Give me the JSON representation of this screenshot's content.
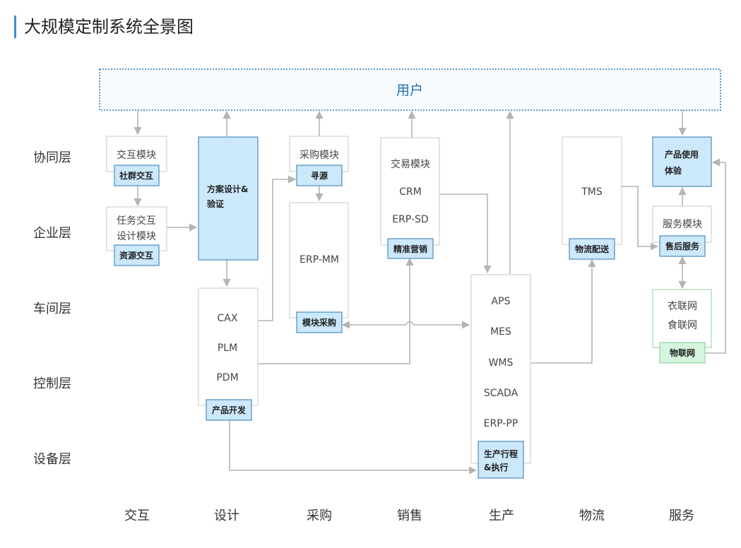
{
  "title": "大规模定制系统全景图",
  "user_band": "用户",
  "layers": [
    "协同层",
    "企业层",
    "车间层",
    "控制层",
    "设备层"
  ],
  "columns": [
    "交互",
    "设计",
    "采购",
    "销售",
    "生产",
    "物流",
    "服务"
  ],
  "modules": {
    "interaction_module": "交互模块",
    "social_interaction": "社群交互",
    "task_module_line1": "任务交互",
    "task_module_line2": "设计模块",
    "resource_interaction": "资源交互",
    "design_verify_line1": "方案设计&",
    "design_verify_line2": "验证",
    "cax": "CAX",
    "plm": "PLM",
    "pdm": "PDM",
    "product_dev": "产品开发",
    "purchase_module": "采购模块",
    "sourcing": "寻源",
    "erp_mm": "ERP-MM",
    "module_purchase": "模块采购",
    "trade_module": "交易模块",
    "crm": "CRM",
    "erp_sd": "ERP-SD",
    "precision_marketing": "精准营销",
    "aps": "APS",
    "mes": "MES",
    "wms": "WMS",
    "scada": "SCADA",
    "erp_pp": "ERP-PP",
    "production_line1": "生产行程",
    "production_line2": "&执行",
    "tms": "TMS",
    "logistics_delivery": "物流配送",
    "product_use_line1": "产品使用",
    "product_use_line2": "体验",
    "service_module": "服务模块",
    "after_sales": "售后服务",
    "iot_line1": "衣联网",
    "iot_line2": "食联网",
    "iot": "物联网"
  },
  "colors": {
    "accent": "#3a8fd6",
    "tag_fill": "#cce8fb",
    "tag_stroke": "#2d77b2",
    "iot_fill": "#d5f5dd",
    "iot_stroke": "#7ccf8e",
    "arrow": "#b4b4b4"
  }
}
